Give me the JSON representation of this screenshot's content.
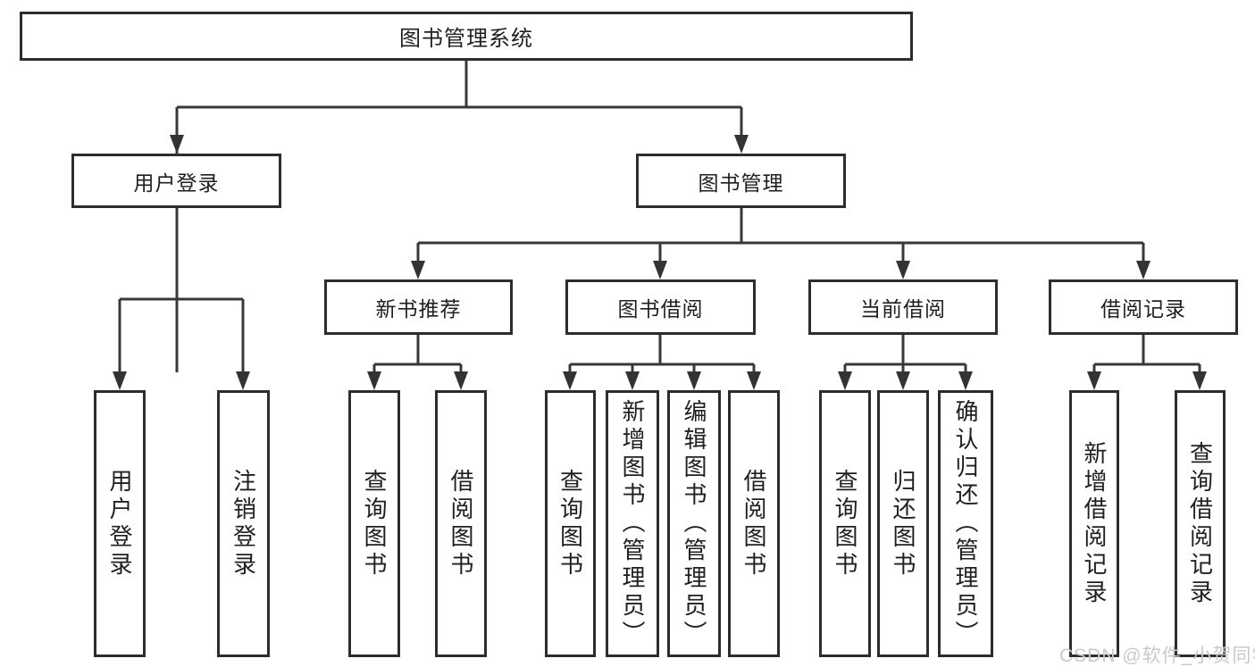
{
  "diagram": {
    "title": "图书管理系统",
    "root": {
      "label": "图书管理系统"
    },
    "branches": [
      {
        "label": "用户登录",
        "children": [
          {
            "label": "用户登录"
          },
          {
            "label": "注销登录"
          }
        ]
      },
      {
        "label": "图书管理",
        "children": [
          {
            "label": "新书推荐",
            "children": [
              {
                "label": "查询图书"
              },
              {
                "label": "借阅图书"
              }
            ]
          },
          {
            "label": "图书借阅",
            "children": [
              {
                "label": "查询图书"
              },
              {
                "label": "新增图书（管理员）"
              },
              {
                "label": "编辑图书（管理员）"
              },
              {
                "label": "借阅图书"
              }
            ]
          },
          {
            "label": "当前借阅",
            "children": [
              {
                "label": "查询图书"
              },
              {
                "label": "归还图书"
              },
              {
                "label": "确认归还（管理员）"
              }
            ]
          },
          {
            "label": "借阅记录",
            "children": [
              {
                "label": "新增借阅记录"
              },
              {
                "label": "查询借阅记录"
              }
            ]
          }
        ]
      }
    ]
  },
  "watermark": {
    "text": "CSDN @软件_小贺同学"
  },
  "colors": {
    "background": "#ffffff",
    "box_border": "#2d2d2d",
    "connector_line": "#383838",
    "text": "#1f1f1f",
    "watermark_text": "#c9c9c9"
  }
}
